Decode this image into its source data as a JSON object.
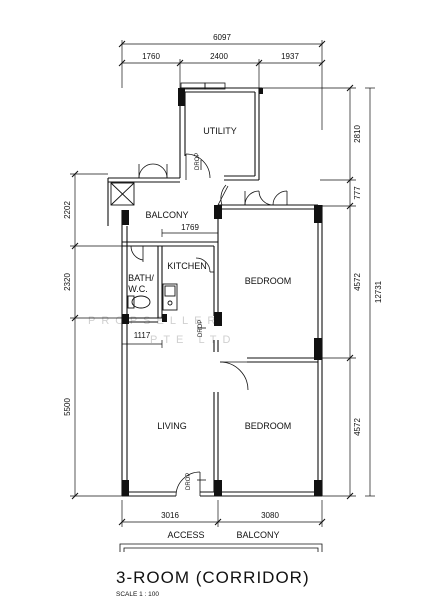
{
  "dimensions": {
    "overall_width": "6097",
    "top_segments": [
      "1760",
      "2400",
      "1937"
    ],
    "right_segments": [
      "2810",
      "777",
      "4572",
      "4572"
    ],
    "overall_height": "12731",
    "left_segments": [
      "2202",
      "2320",
      "5500"
    ],
    "bottom_segments": [
      "3016",
      "3080"
    ],
    "kitchen_width": "1769",
    "bath_width": "1117"
  },
  "rooms": {
    "utility": "UTILITY",
    "balcony": "BALCONY",
    "kitchen": "KITCHEN",
    "bath_line1": "BATH/",
    "bath_line2": "W.C.",
    "bedroom_upper": "BEDROOM",
    "living": "LIVING",
    "bedroom_lower": "BEDROOM"
  },
  "labels": {
    "drop": "DROP",
    "access": "ACCESS",
    "balcony": "BALCONY"
  },
  "title": "3-ROOM (CORRIDOR)",
  "scale": "SCALE 1 : 100",
  "watermark": {
    "line1": "PROPSELLER",
    "line2": "PTE LTD"
  }
}
